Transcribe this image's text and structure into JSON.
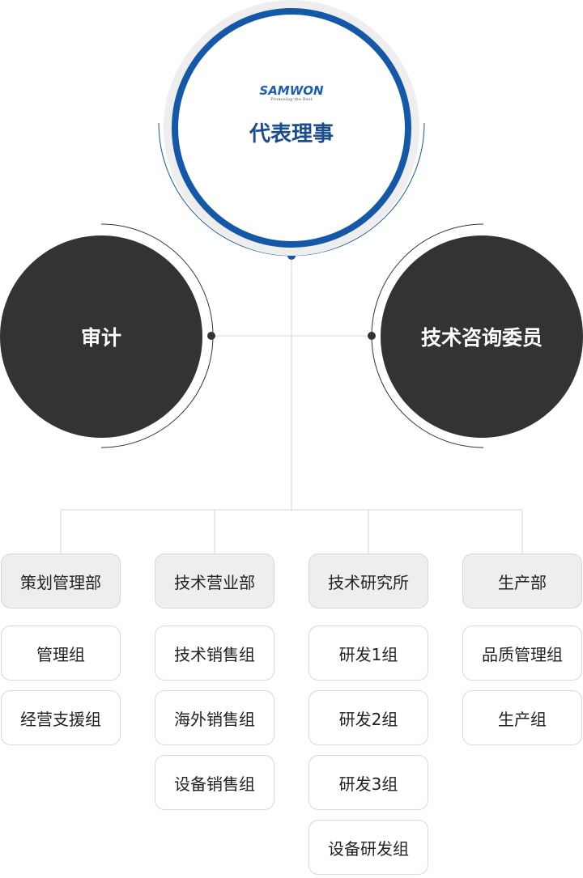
{
  "ceo": {
    "logo_text": "SAMWON",
    "logo_tagline": "Promising the Best",
    "title": "代表理事"
  },
  "audit": {
    "label": "审计"
  },
  "tech_committee": {
    "label": "技术咨询委员"
  },
  "departments": [
    {
      "name": "策划管理部",
      "teams": [
        "管理组",
        "经营支援组"
      ]
    },
    {
      "name": "技术营业部",
      "teams": [
        "技术销售组",
        "海外销售组",
        "设备销售组"
      ]
    },
    {
      "name": "技术研究所",
      "teams": [
        "研发1组",
        "研发2组",
        "研发3组",
        "设备研发组"
      ]
    },
    {
      "name": "生产部",
      "teams": [
        "品质管理组",
        "生产组"
      ]
    }
  ],
  "colors": {
    "ceo_ring": "#1558a8",
    "ceo_title": "#1b4c8e",
    "dark_circle": "#333333",
    "dept_fill": "#eeeeee",
    "line": "#d4d4d4"
  }
}
